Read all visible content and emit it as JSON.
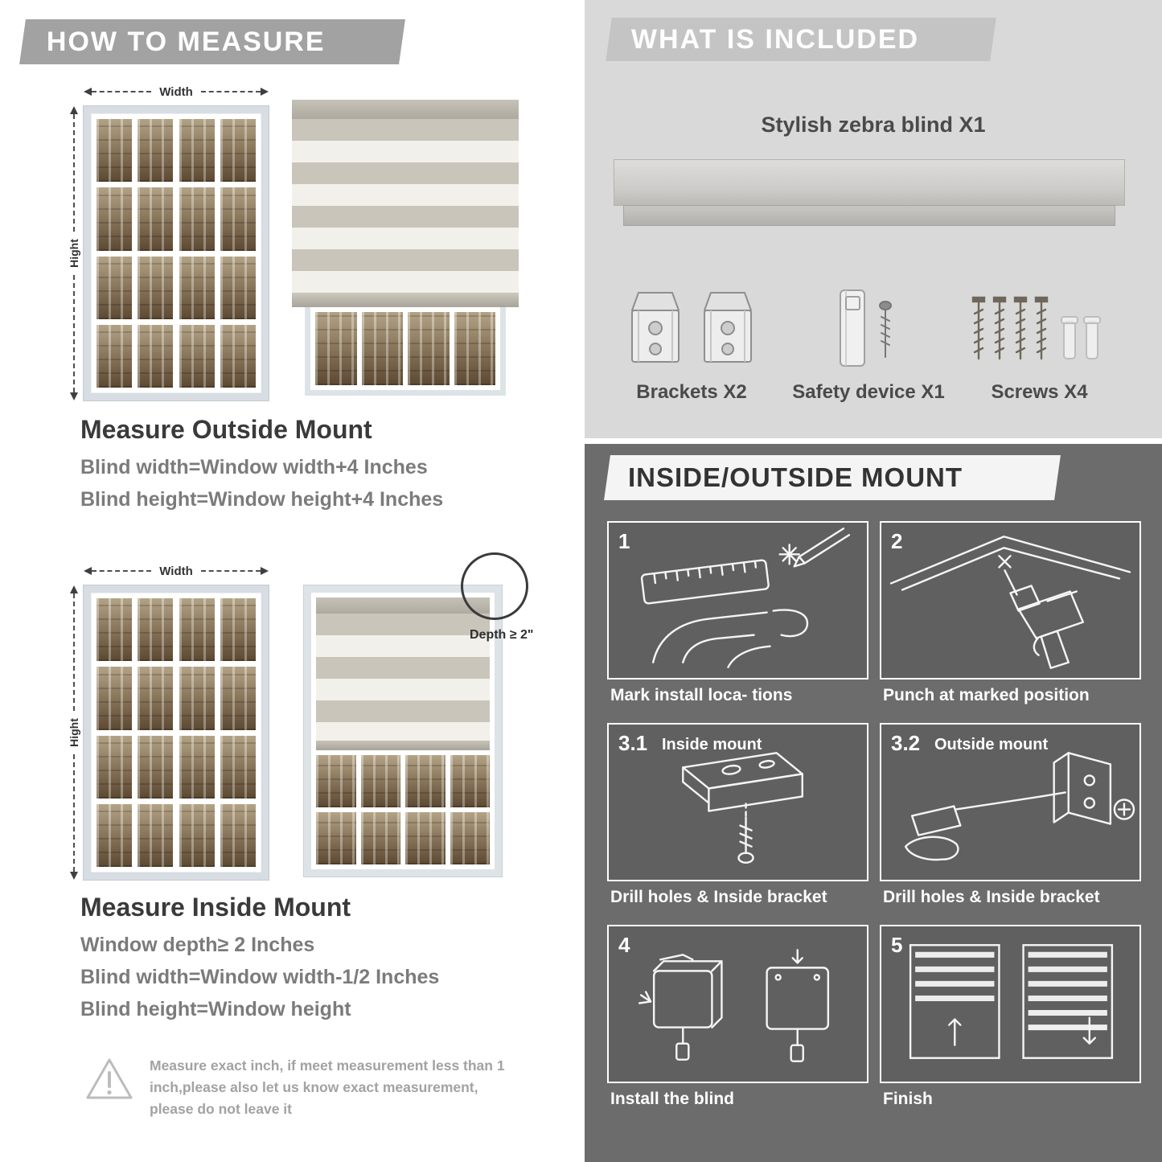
{
  "colors": {
    "header_gray": "#a2a2a2",
    "light_section": "#d9d9d9",
    "dark_section": "#6c6c6c",
    "stripe_gray": "#c9c5bb",
    "stripe_sheer": "#f2f0ea"
  },
  "measure": {
    "header": "HOW TO MEASURE",
    "width_label": "Width",
    "height_label": "Hight",
    "outside": {
      "title": "Measure Outside Mount",
      "lines": [
        "Blind width=Window width+4 Inches",
        "Blind height=Window height+4 Inches"
      ]
    },
    "inside": {
      "depth_callout": "Depth ≥ 2\"",
      "title": "Measure Inside Mount",
      "lines": [
        "Window depth≥ 2 Inches",
        "Blind width=Window width-1/2 Inches",
        "Blind height=Window height"
      ]
    },
    "warning_note": "Measure exact inch, if meet measurement less than 1 inch,please also let us know exact measurement, please do not leave it"
  },
  "included": {
    "header": "WHAT IS INCLUDED",
    "blind_label": "Stylish zebra blind X1",
    "items": [
      {
        "label": "Brackets X2"
      },
      {
        "label": "Safety device X1"
      },
      {
        "label": "Screws X4"
      }
    ]
  },
  "mount": {
    "header": "INSIDE/OUTSIDE MOUNT",
    "steps": [
      {
        "num": "1",
        "title": "",
        "caption": "Mark install loca- tions"
      },
      {
        "num": "2",
        "title": "",
        "caption": "Punch at  marked position"
      },
      {
        "num": "3.1",
        "title": "Inside mount",
        "caption": "Drill holes &  Inside bracket"
      },
      {
        "num": "3.2",
        "title": "Outside mount",
        "caption": "Drill holes &  Inside bracket"
      },
      {
        "num": "4",
        "title": "",
        "caption": "Install the blind"
      },
      {
        "num": "5",
        "title": "",
        "caption": "Finish"
      }
    ]
  }
}
